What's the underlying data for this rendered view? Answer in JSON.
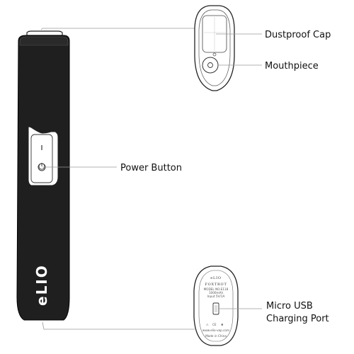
{
  "labels": {
    "dustproof_cap": "Dustproof Cap",
    "mouthpiece": "Mouthpiece",
    "power_button": "Power Button",
    "micro_usb_line1": "Micro USB",
    "micro_usb_line2": "Charging Port"
  },
  "device": {
    "brand_logo": "eLIO",
    "bottom_brand_logo": "eLIO",
    "bottom_model": "FOXTROT",
    "bottom_model_code": "MODEL NO.E118",
    "bottom_capacity": "1000mAh",
    "bottom_input": "Input 5V/1A",
    "bottom_website": "www.elio-vap.com",
    "bottom_origin": "Made in China"
  },
  "colors": {
    "body": "#1f1f1f",
    "outline": "#222222",
    "leader_line": "#9a9a9a"
  }
}
